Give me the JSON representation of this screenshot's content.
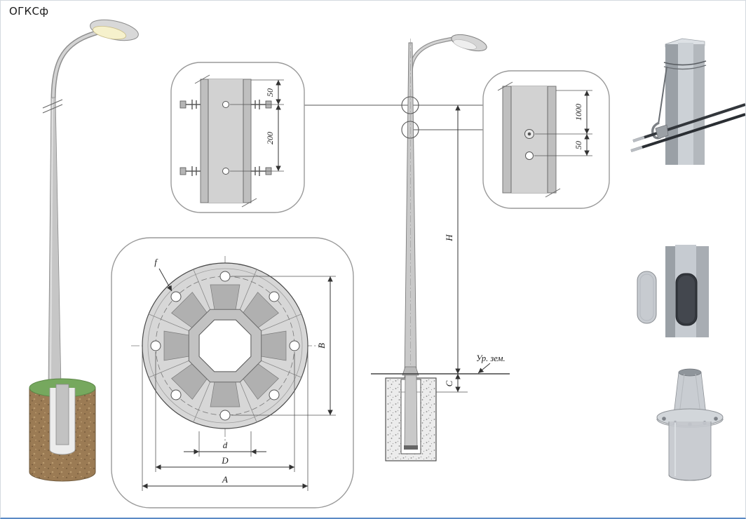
{
  "title": "ОГКСф",
  "detail_top": {
    "dim_upper": "50",
    "dim_lower": "200"
  },
  "detail_side": {
    "dim_upper": "1000",
    "dim_lower": "50"
  },
  "elevation": {
    "height_label": "H",
    "embed_label": "C",
    "ground_label": "Ур. зем."
  },
  "flange": {
    "hole_label": "f",
    "vertical_label": "B",
    "inner_label": "d",
    "bolt_circle_label": "D",
    "outer_label": "A"
  },
  "colors": {
    "grass": "#76a85e",
    "soil": "#9b7b54",
    "lamp_lens": "#f6f1cc",
    "frame_blue": "#5b8ac5"
  }
}
